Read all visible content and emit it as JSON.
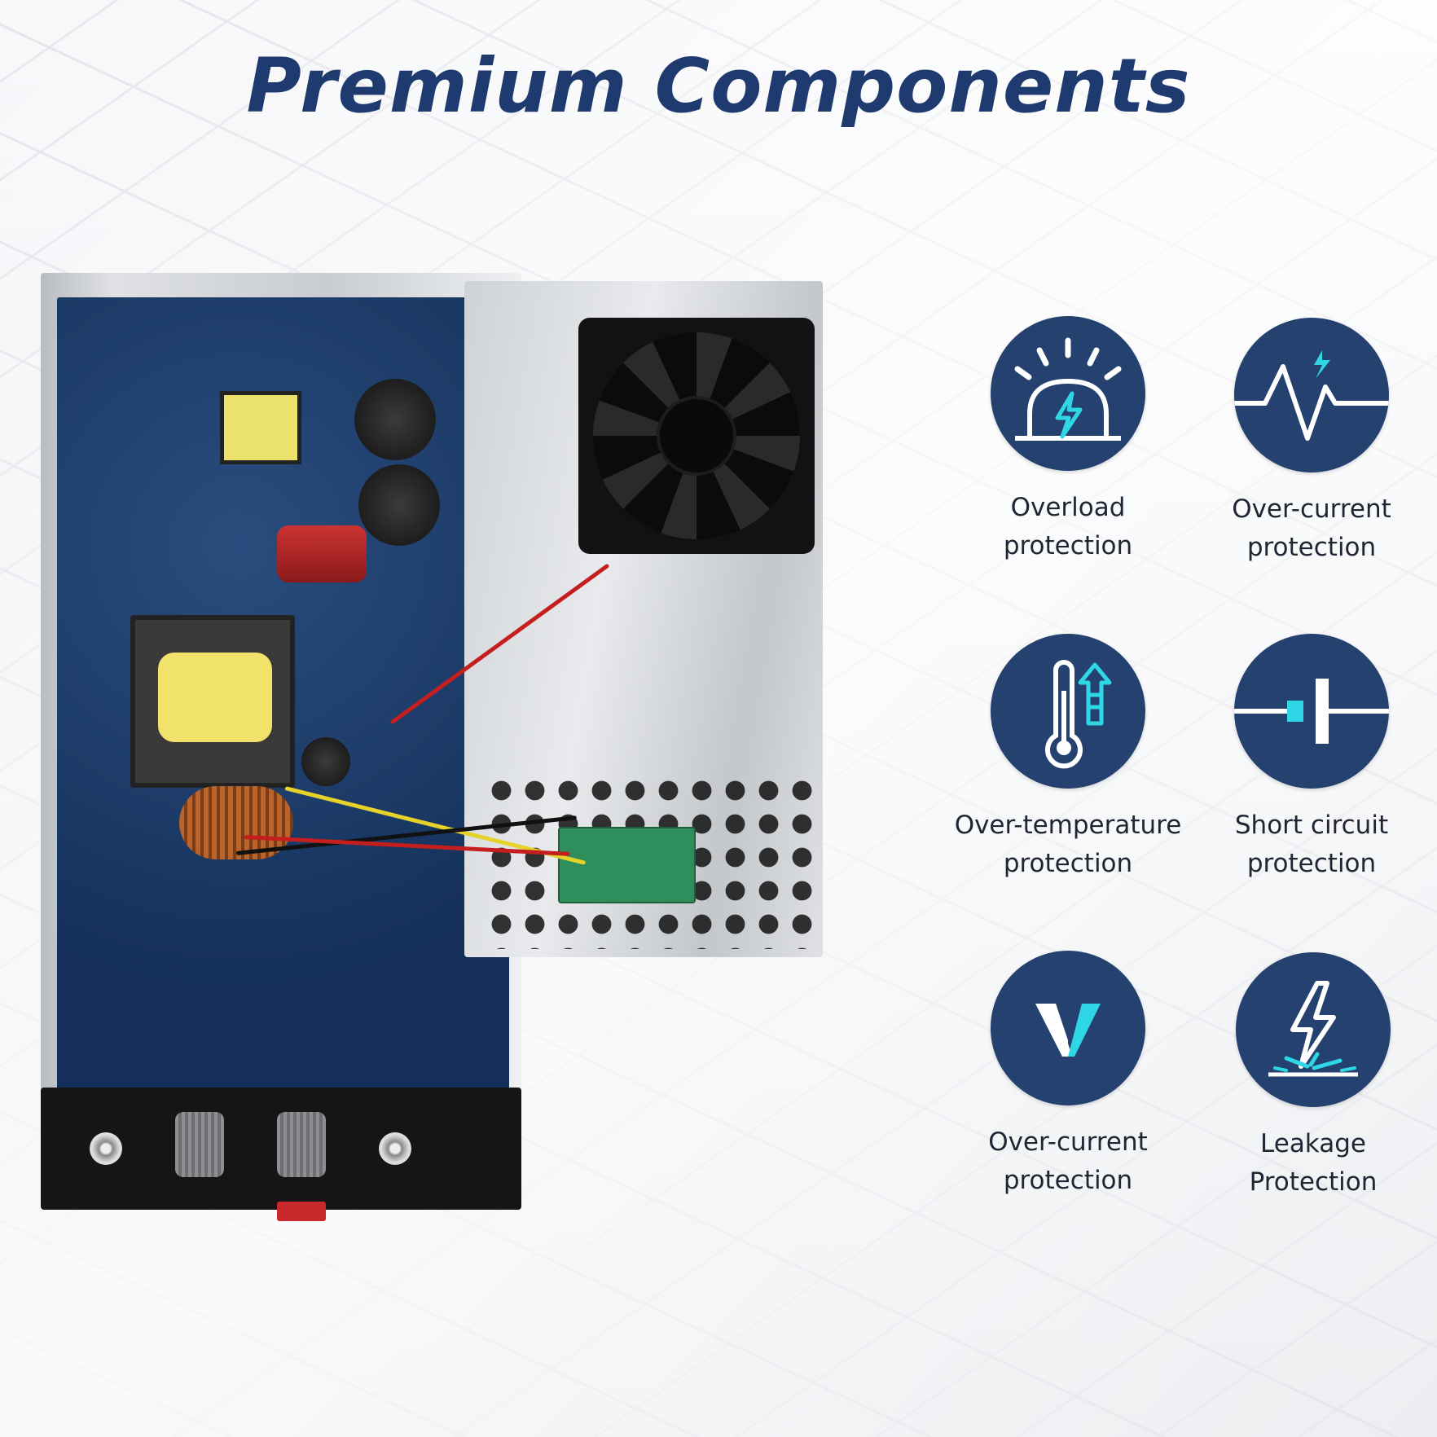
{
  "title": "Premium Components",
  "features": [
    {
      "line1": "Overload",
      "line2": "protection",
      "icon": "overload-icon"
    },
    {
      "line1": "Over-current",
      "line2": "protection",
      "icon": "pulse-bolt-icon"
    },
    {
      "line1": "Over-temperature",
      "line2": "protection",
      "icon": "thermometer-icon"
    },
    {
      "line1": "Short circuit",
      "line2": "protection",
      "icon": "capacitor-icon"
    },
    {
      "line1": "Over-current",
      "line2": "protection",
      "icon": "voltage-v-icon"
    },
    {
      "line1": "Leakage",
      "line2": "Protection",
      "icon": "lightning-ground-icon"
    }
  ],
  "colors": {
    "title": "#1f3a6e",
    "icon_circle": "#25416f",
    "icon_accent": "#2fd6e6",
    "label": "#1e2533"
  }
}
